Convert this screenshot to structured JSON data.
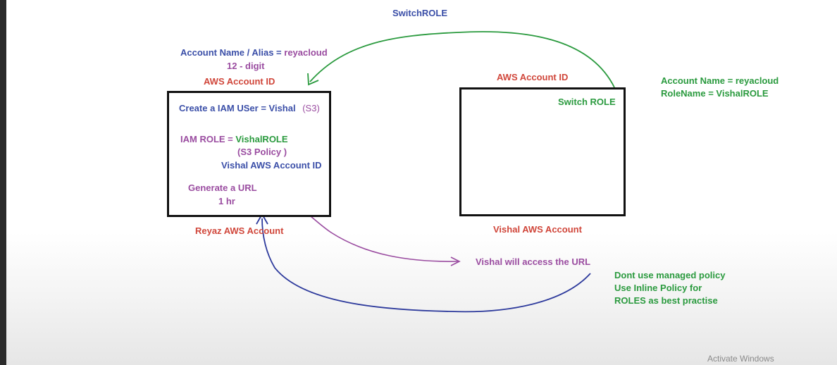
{
  "title": "SwitchROLE",
  "left_account": {
    "alias_line_prefix": "Account Name / Alias = ",
    "alias_value": "reyacloud",
    "digits": "12 - digit",
    "account_id_label": "AWS Account ID",
    "iam_user_prefix": "Create a IAM USer = Vishal",
    "iam_user_s3": "(S3)",
    "iam_role_prefix": "IAM ROLE = ",
    "iam_role_value": "VishalROLE",
    "s3_policy": "(S3 Policy )",
    "vishal_account_id": "Vishal AWS Account ID",
    "generate_url": "Generate a URL",
    "duration": "1 hr",
    "caption": "Reyaz AWS Account"
  },
  "right_account": {
    "account_id_label": "AWS Account ID",
    "switch_role": "Switch ROLE",
    "caption": "Vishal AWS Account",
    "account_name": "Account Name = reyacloud",
    "role_name": "RoleName = VishalROLE"
  },
  "access_note": "Vishal will access the URL",
  "policy_note": {
    "line1": "Dont use managed policy",
    "line2": "Use Inline Policy for",
    "line3": "ROLES as best practise"
  },
  "watermark": "Activate Windows",
  "colors": {
    "blue": "#3b4fa8",
    "purple": "#9a4ca0",
    "red": "#d0463a",
    "green": "#2a9a3e",
    "box_border": "#111111"
  }
}
